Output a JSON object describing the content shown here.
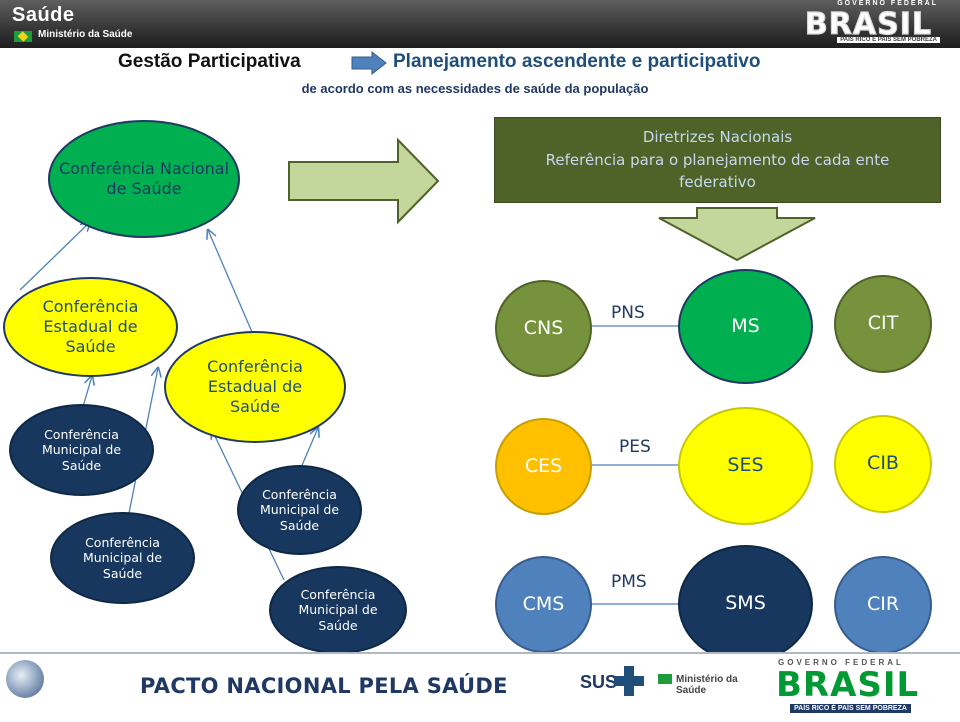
{
  "header": {
    "brand": "Saúde",
    "ministry": "Ministério da Saúde",
    "gov_label": "GOVERNO FEDERAL",
    "brasil": "BRASIL",
    "tagline": "PAÍS RICO É PAÍS SEM POBREZA"
  },
  "title": {
    "left": "Gestão Participativa",
    "right": "Planejamento ascendente e participativo",
    "subtitle": "de acordo com as necessidades de saúde da população"
  },
  "top": {
    "national_conference": "Conferência Nacional de Saúde",
    "directives_line1": "Diretrizes Nacionais",
    "directives_line2": "Referência para o planejamento de cada ente federativo"
  },
  "left_tree": {
    "state_a": "Conferência Estadual de Saúde",
    "muni_a1": "Conferência Municipal de Saúde",
    "muni_a2": "Conferência Municipal de Saúde",
    "state_b": "Conferência Estadual de Saúde",
    "muni_b1": "Conferência Municipal de Saúde",
    "muni_b2": "Conferência Municipal de Saúde"
  },
  "planning": {
    "national": {
      "council": "CNS",
      "plan": "PNS",
      "manager": "MS",
      "committee": "CIT"
    },
    "state": {
      "council": "CES",
      "plan": "PES",
      "manager": "SES",
      "committee": "CIB"
    },
    "municipal": {
      "council": "CMS",
      "plan": "PMS",
      "manager": "SMS",
      "committee": "CIR"
    }
  },
  "footer": {
    "pacto": "PACTO NACIONAL PELA SAÚDE",
    "sus": "SUS",
    "ministerio": "Ministério da Saúde",
    "gov_label": "GOVERNO FEDERAL",
    "brasil": "BRASIL",
    "tagline": "PAÍS RICO É PAÍS SEM POBREZA"
  },
  "colors": {
    "navy": "#17375e",
    "green": "#00b050",
    "yellow": "#ffff00",
    "olive": "#76923c",
    "gold": "#ffc000",
    "blue": "#4f81bd",
    "dark_olive": "#4f6228"
  }
}
